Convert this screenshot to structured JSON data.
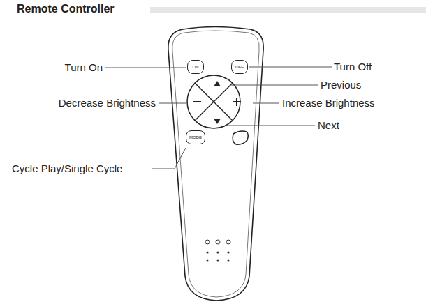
{
  "diagram": {
    "title": "Remote Controller",
    "nodes": [
      {
        "text": [
          "ON"
        ]
      },
      {
        "text": [
          "OFF"
        ]
      },
      {
        "text": [
          "MODE"
        ]
      }
    ],
    "labels": [
      "Turn  On",
      "Turn Off",
      "Previous",
      "Decrease Brightness",
      "Increase Brightness",
      "Next",
      "Cycle Play/Single Cycle"
    ]
  }
}
